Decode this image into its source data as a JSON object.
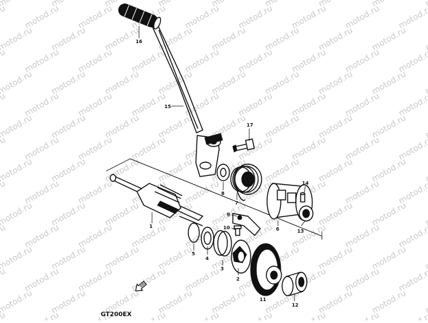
{
  "watermark": {
    "text": "motod.ru",
    "color": "#c9c9c9"
  },
  "diagram_code": "GT200EX",
  "parts": [
    {
      "id": "p1",
      "label": "1"
    },
    {
      "id": "p2",
      "label": "2"
    },
    {
      "id": "p3",
      "label": "3"
    },
    {
      "id": "p4",
      "label": "4"
    },
    {
      "id": "p5",
      "label": "5"
    },
    {
      "id": "p6",
      "label": "6"
    },
    {
      "id": "p7",
      "label": "7"
    },
    {
      "id": "p8",
      "label": "8"
    },
    {
      "id": "p9",
      "label": "9"
    },
    {
      "id": "p10",
      "label": "10"
    },
    {
      "id": "p11",
      "label": "11"
    },
    {
      "id": "p12",
      "label": "12"
    },
    {
      "id": "p13",
      "label": "13"
    },
    {
      "id": "p14",
      "label": "14"
    },
    {
      "id": "p15",
      "label": "15"
    },
    {
      "id": "p16",
      "label": "16"
    },
    {
      "id": "p17",
      "label": "17"
    }
  ],
  "icons": {
    "front_arrow": "front-arrow-icon"
  }
}
